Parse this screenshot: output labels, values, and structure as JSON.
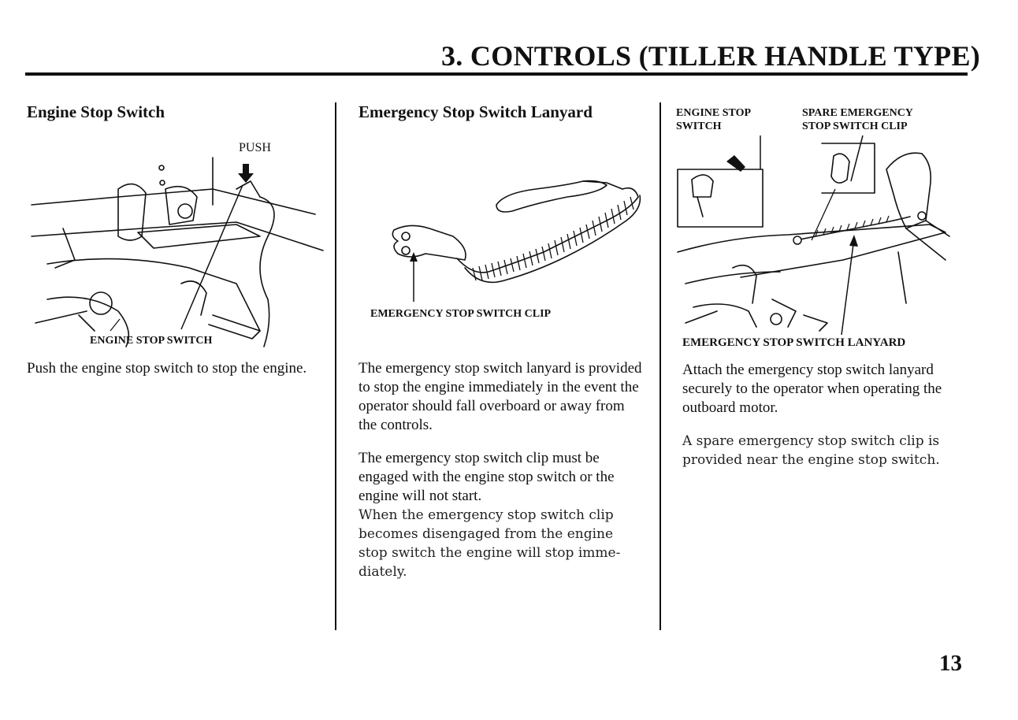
{
  "header": {
    "title": "3. CONTROLS (TILLER HANDLE TYPE)"
  },
  "col1": {
    "heading": "Engine Stop Switch",
    "figure": {
      "push_label": "PUSH",
      "switch_label": "ENGINE STOP SWITCH"
    },
    "body": "Push the engine stop switch to stop the engine."
  },
  "col2": {
    "heading": "Emergency Stop Switch Lanyard",
    "figure": {
      "clip_label": "EMERGENCY STOP SWITCH CLIP"
    },
    "para1": "The emergency stop switch lanyard is provided to stop the engine immedi­ately in the event the operator should fall overboard or away from the con­trols.",
    "para2_bold": "The emergency stop switch clip must be engaged with the engine stop switch or the engine will not start.",
    "para2_light": "When the emergency stop switch clip becomes disengaged from the engine stop switch the engine will stop imme­diately."
  },
  "col3": {
    "figure": {
      "label_engine_stop_1": "ENGINE STOP",
      "label_engine_stop_2": "SWITCH",
      "label_spare_1": "SPARE EMERGENCY",
      "label_spare_2": "STOP SWITCH CLIP",
      "label_lanyard": "EMERGENCY STOP SWITCH LANYARD"
    },
    "para1": "Attach the emergency stop switch lan­yard securely to the operator when operating the outboard motor.",
    "para2": "A spare emergency stop switch clip is provided near the engine stop switch."
  },
  "footer": {
    "page_number": "13"
  }
}
